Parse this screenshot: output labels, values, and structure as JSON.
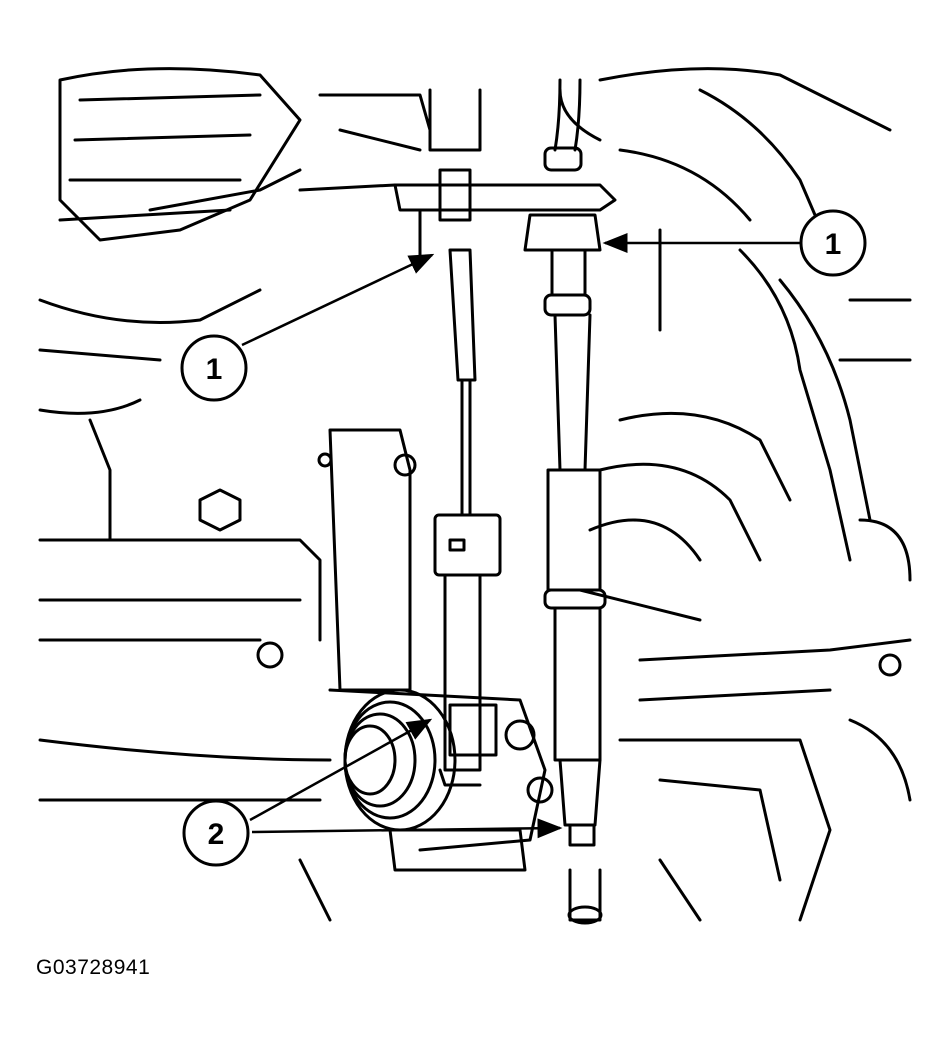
{
  "figure": {
    "code": "G03728941",
    "callouts": [
      {
        "id": "callout-1-right",
        "label": "1"
      },
      {
        "id": "callout-1-left",
        "label": "1"
      },
      {
        "id": "callout-2",
        "label": "2"
      }
    ]
  }
}
